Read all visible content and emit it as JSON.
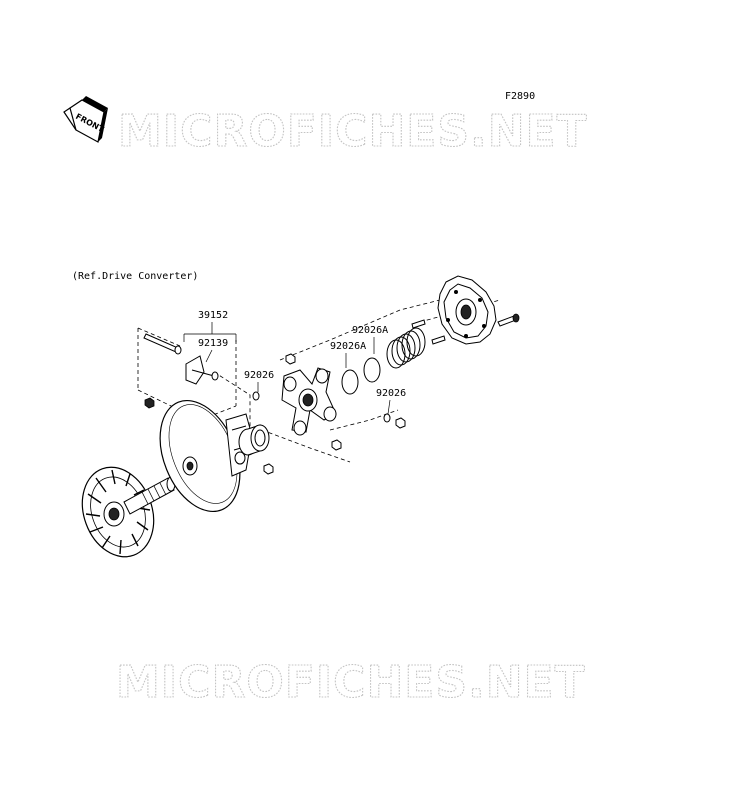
{
  "figure_code": "F2890",
  "front_badge": "FRONT",
  "watermark": "MICROFICHES.NET",
  "reference_note": "(Ref.Drive Converter)",
  "part_labels": [
    "39152",
    "92139",
    "92026",
    "92026A",
    "92026A",
    "92026"
  ]
}
